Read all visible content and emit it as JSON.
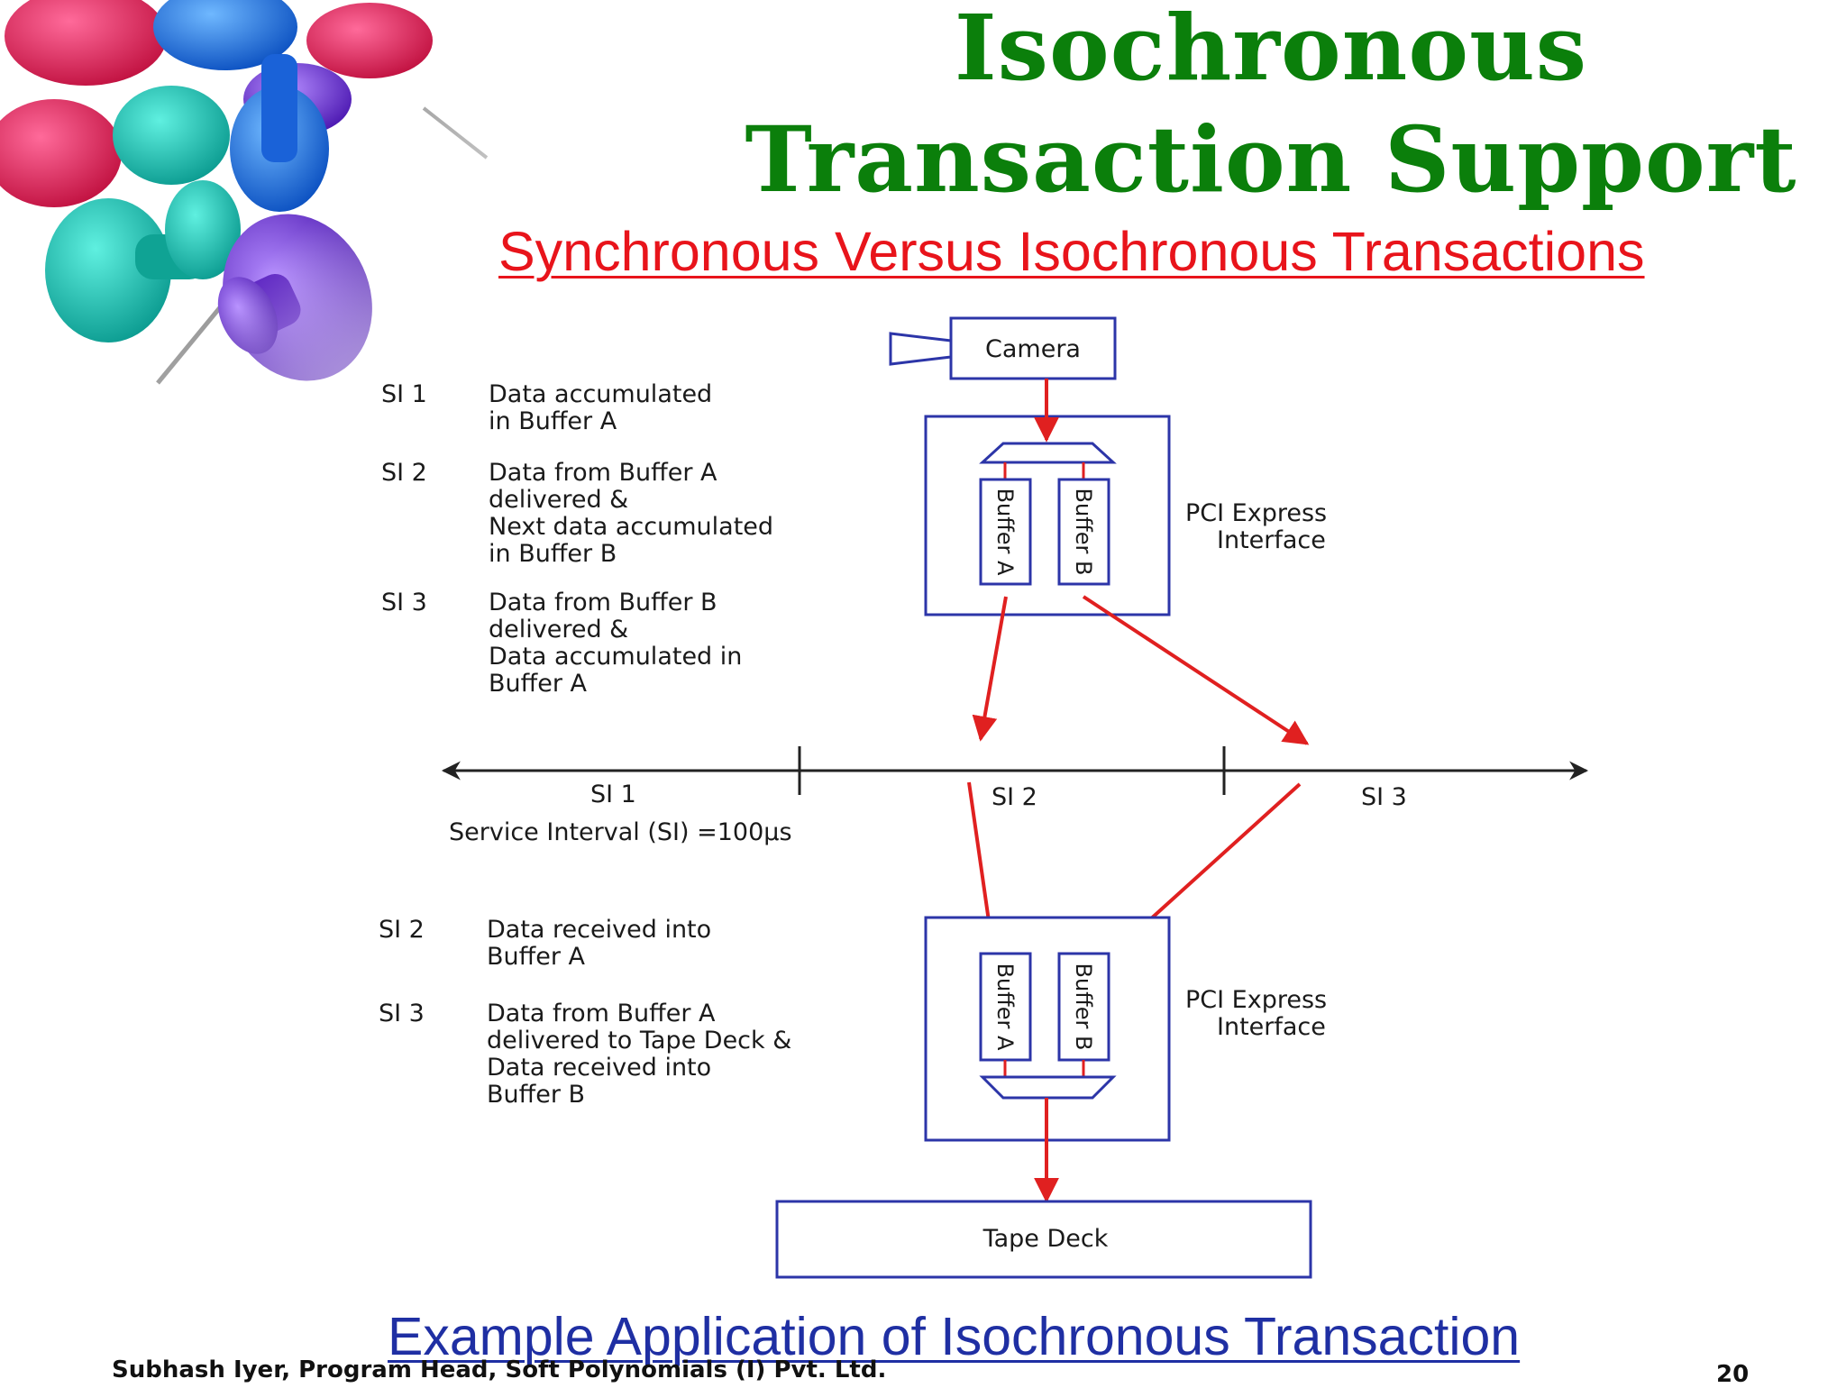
{
  "slide": {
    "title_line1": "Isochronous",
    "title_line2": "Transaction  Support",
    "subtitle": "Synchronous Versus Isochronous Transactions",
    "caption": "Example Application of Isochronous Transaction",
    "footer": "Subhash Iyer, Program Head, Soft Polynomials (I) Pvt. Ltd.",
    "page_number": "20"
  },
  "diagram": {
    "camera_label": "Camera",
    "tape_deck_label": "Tape Deck",
    "interface_top": [
      "PCI Express",
      "Interface"
    ],
    "interface_bottom": [
      "PCI Express",
      "Interface"
    ],
    "buffer_a": "Buffer A",
    "buffer_b": "Buffer B",
    "timeline": {
      "labels": [
        "SI 1",
        "SI 2",
        "SI 3"
      ],
      "service_interval": "Service Interval (SI) =100µs"
    },
    "send_notes": [
      {
        "si": "SI 1",
        "lines": [
          "Data accumulated",
          "in Buffer A"
        ]
      },
      {
        "si": "SI 2",
        "lines": [
          "Data from Buffer A",
          "delivered &",
          "Next data accumulated",
          "in Buffer B"
        ]
      },
      {
        "si": "SI 3",
        "lines": [
          "Data from Buffer B",
          "delivered &",
          "Data accumulated in",
          "Buffer A"
        ]
      }
    ],
    "receive_notes": [
      {
        "si": "SI 2",
        "lines": [
          "Data received into",
          "Buffer A"
        ]
      },
      {
        "si": "SI 3",
        "lines": [
          "Data from Buffer A",
          "delivered to Tape Deck &",
          "Data received into",
          "Buffer B"
        ]
      }
    ]
  },
  "colors": {
    "title": "#0b7f0b",
    "subtitle": "#e8141b",
    "caption": "#1f2fa3",
    "box_stroke": "#2c35a8",
    "arrow": "#e02020"
  }
}
